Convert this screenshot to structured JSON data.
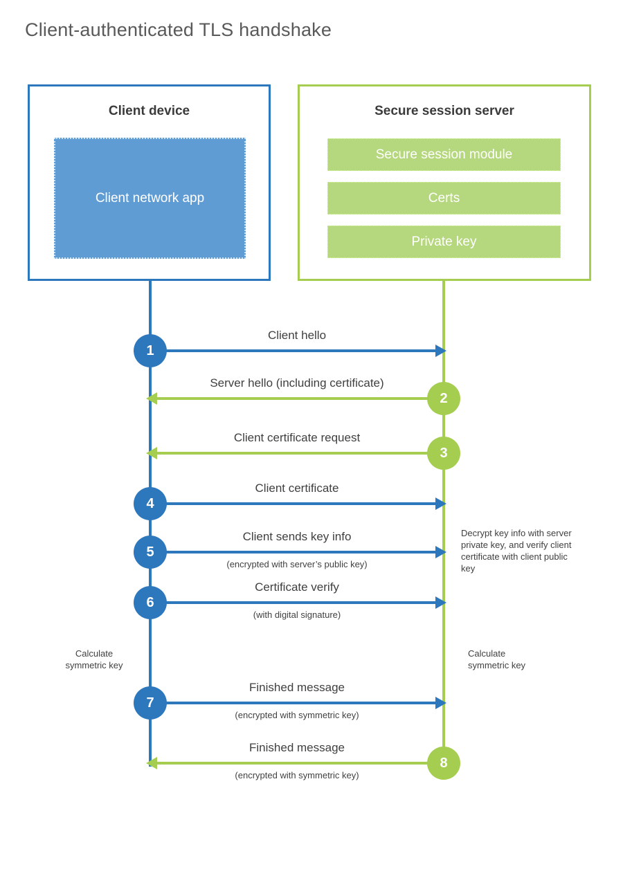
{
  "page_title": "Client-authenticated TLS handshake",
  "client_box": {
    "title": "Client device",
    "app": "Client network app"
  },
  "server_box": {
    "title": "Secure session server",
    "modules": [
      "Secure session module",
      "Certs",
      "Private key"
    ]
  },
  "steps": [
    {
      "number": "1",
      "direction": "client-to-server",
      "label": "Client hello",
      "sublabel": ""
    },
    {
      "number": "2",
      "direction": "server-to-client",
      "label": "Server hello (including certificate)",
      "sublabel": ""
    },
    {
      "number": "3",
      "direction": "server-to-client",
      "label": "Client certificate request",
      "sublabel": ""
    },
    {
      "number": "4",
      "direction": "client-to-server",
      "label": "Client certificate",
      "sublabel": ""
    },
    {
      "number": "5",
      "direction": "client-to-server",
      "label": "Client sends key info",
      "sublabel": "(encrypted with server’s public key)"
    },
    {
      "number": "6",
      "direction": "client-to-server",
      "label": "Certificate verify",
      "sublabel": "(with digital signature)"
    },
    {
      "number": "7",
      "direction": "client-to-server",
      "label": "Finished message",
      "sublabel": "(encrypted with symmetric key)"
    },
    {
      "number": "8",
      "direction": "server-to-client",
      "label": "Finished message",
      "sublabel": "(encrypted with symmetric key)"
    }
  ],
  "annotations": {
    "decrypt_note": "Decrypt key info with server private key, and verify client certificate with client public key",
    "calculate_left": "Calculate symmetric key",
    "calculate_right": "Calculate symmetric key"
  },
  "colors": {
    "blue": "#2d77bd",
    "blue_fill": "#609cd4",
    "green": "#a5cd50",
    "green_fill": "#b5d77d",
    "title_gray": "#595959",
    "text": "#3f3f3f"
  }
}
